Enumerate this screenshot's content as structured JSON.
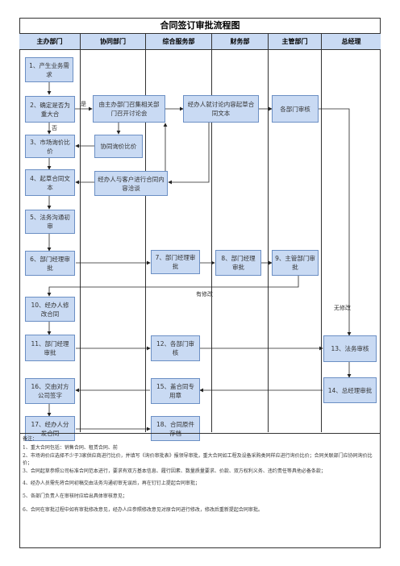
{
  "title": "合同签订审批流程图",
  "columns": [
    "主办部门",
    "协同部门",
    "综合服务部",
    "财务部",
    "主管部门",
    "总经理"
  ],
  "nodes": {
    "n1": "1、产生业务需求",
    "n2": "2、确定是否为重大合",
    "n3": "3、市场询价比价",
    "n4": "4、起草合同文本",
    "n5": "5、法务沟通初审",
    "n6": "6、部门经理审批",
    "n10": "10、经办人修改合同",
    "n11": "11、部门经理审批",
    "n16": "16、交由对方公司签字",
    "n17": "17、经办人分发合同",
    "c1": "由主办部门召集相关部门召开讨论会",
    "c2": "协同询价比价",
    "c3": "经办人与客户进行合同内容洽谈",
    "s1": "经办人就讨论内容起草合同文本",
    "n7": "7、部门经理审批",
    "n12": "12、各部门审核",
    "n15": "15、盖合同专用章",
    "n18": "18、合同原件存档",
    "n8": "8、部门经理审批",
    "m1": "各部门审核",
    "n9": "9、主管部门审批",
    "n13": "13、法务审核",
    "n14": "14、总经理审批"
  },
  "labels": {
    "yes": "是",
    "no": "否",
    "modified": "有修改",
    "unmodified": "无修改"
  },
  "notes": [
    "备注：",
    "1、重大合同包括：销售合同、租赁合同、前",
    "2、市场询价应选择不少于3家供应商进行比价，并填写《询价审批表》报领导审批，重大合同如工程及设备采购类同样应进行询价比价；合同关联部门应协同询价比价；",
    "3、合同起草参照公司标准合同范本进行，要求有双方基本信息、履行因素、数量质量要求、价款、双方权利义务、违约责任等具他必备条款；",
    "4、经办人员需先将合同初稿交由法务沟通初审无误后，再在钉钉上提起合同审批；",
    "5、各部门负责人在审核时应给出具体审核意见；",
    "6、合同在审批过程中如有审批修改意见，经办人应参照修改意见对原合同进行修改，修改后重新提起合同审批。"
  ]
}
